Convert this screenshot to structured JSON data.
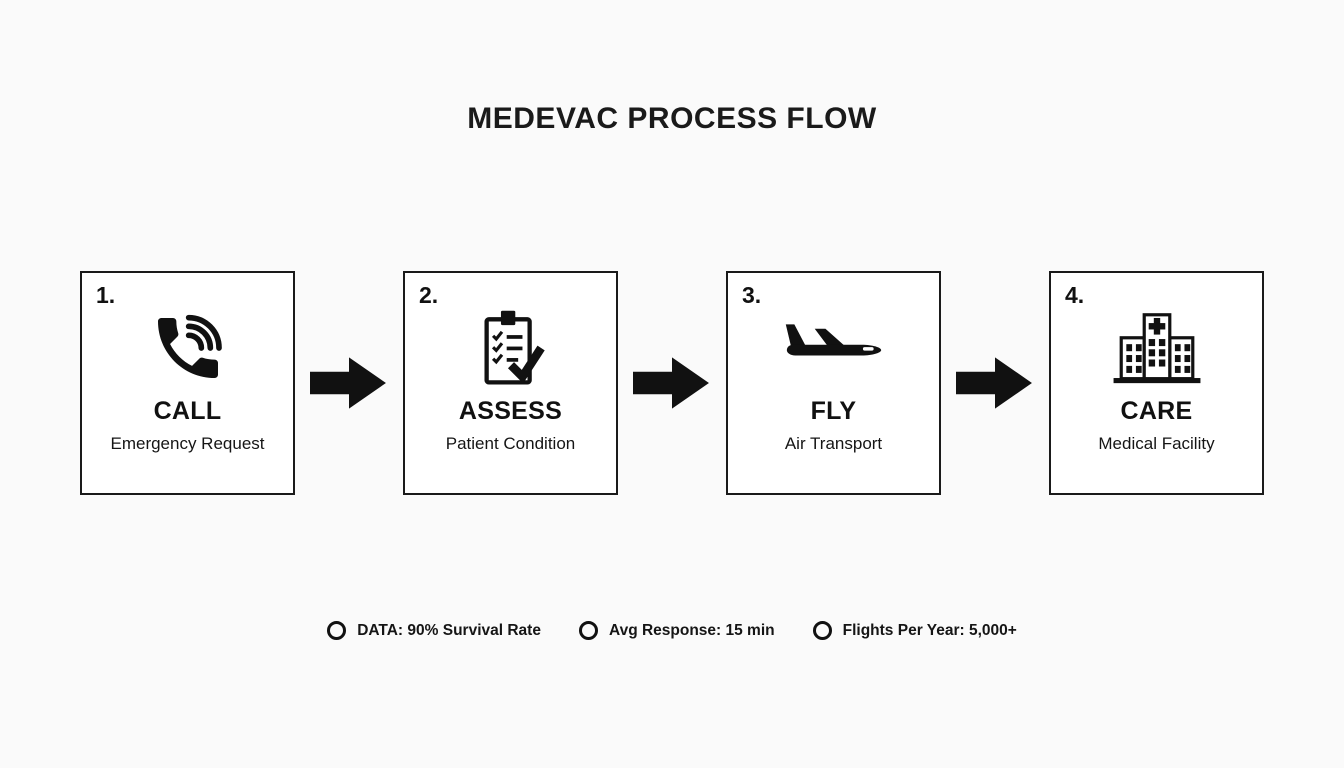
{
  "page": {
    "title": "MEDEVAC PROCESS FLOW"
  },
  "colors": {
    "background": "#fafafa",
    "ink": "#111111",
    "box_border": "#1a1a1a",
    "box_fill": "#ffffff"
  },
  "steps": [
    {
      "number": "1.",
      "icon": "phone-icon",
      "label": "CALL",
      "sublabel": "Emergency Request"
    },
    {
      "number": "2.",
      "icon": "clipboard-check-icon",
      "label": "ASSESS",
      "sublabel": "Patient Condition"
    },
    {
      "number": "3.",
      "icon": "airplane-icon",
      "label": "FLY",
      "sublabel": "Air Transport"
    },
    {
      "number": "4.",
      "icon": "hospital-icon",
      "label": "CARE",
      "sublabel": "Medical Facility"
    }
  ],
  "connectors": {
    "icon": "right-block-arrow-icon"
  },
  "stats": [
    {
      "bullet": "circle-outline-icon",
      "text": "DATA: 90% Survival Rate"
    },
    {
      "bullet": "circle-outline-icon",
      "text": "Avg Response: 15 min"
    },
    {
      "bullet": "circle-outline-icon",
      "text": "Flights Per Year: 5,000+"
    }
  ]
}
